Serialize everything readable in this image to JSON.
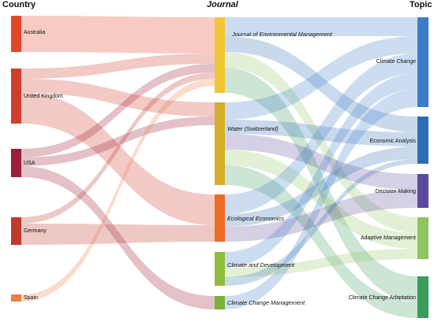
{
  "headers": {
    "country": "Country",
    "journal": "Journal",
    "topic": "Topic"
  },
  "countries": [
    {
      "id": "au",
      "name": "Australia",
      "color": "#E2452A"
    },
    {
      "id": "uk",
      "name": "United Kingdom",
      "color": "#D13D2D"
    },
    {
      "id": "us",
      "name": "USA",
      "color": "#9E1F37"
    },
    {
      "id": "de",
      "name": "Germany",
      "color": "#C0392B"
    },
    {
      "id": "es",
      "name": "Spain",
      "color": "#EF7F46"
    }
  ],
  "journals": [
    {
      "id": "jem",
      "name": "Journal of Environmental Management",
      "color": "#F0C633"
    },
    {
      "id": "wat",
      "name": "Water (Switzerland)",
      "color": "#D5AE2A"
    },
    {
      "id": "eco",
      "name": "Ecological Economics",
      "color": "#EE6B24"
    },
    {
      "id": "cad",
      "name": "Climate and Development",
      "color": "#8DBE3C"
    },
    {
      "id": "ccm",
      "name": "Climate Change Management",
      "color": "#7AAF38"
    }
  ],
  "topics": [
    {
      "id": "cc",
      "name": "Climate Change",
      "color": "#3D7CC9"
    },
    {
      "id": "ea",
      "name": "Economic Analysis",
      "color": "#2E6DB4"
    },
    {
      "id": "dm",
      "name": "Decision Making",
      "color": "#5B4A9B"
    },
    {
      "id": "am",
      "name": "Adaptive Management",
      "color": "#8FC461"
    },
    {
      "id": "cca",
      "name": "Climate Change Adaptation",
      "color": "#3A9B5C"
    }
  ]
}
